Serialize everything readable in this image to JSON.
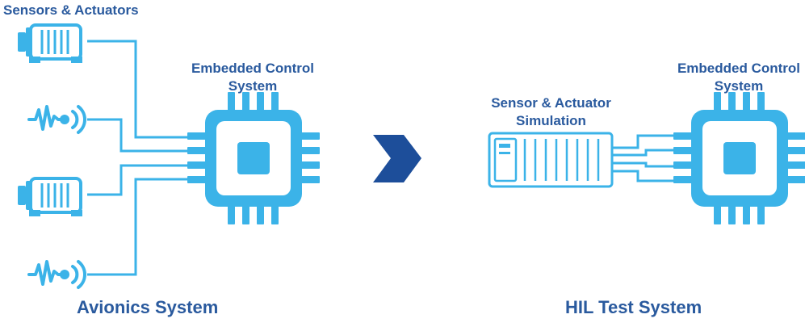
{
  "left_panel": {
    "sensors_label": "Sensors & Actuators",
    "controller_label_line1": "Embedded Control",
    "controller_label_line2": "System",
    "caption": "Avionics System",
    "devices": [
      "motor-icon",
      "sensor-wave-icon",
      "motor-icon",
      "sensor-wave-icon"
    ]
  },
  "arrow": {
    "icon": "chevron-right-icon",
    "color": "#1d4e9a"
  },
  "right_panel": {
    "simulation_label_line1": "Sensor & Actuator",
    "simulation_label_line2": "Simulation",
    "controller_label_line1": "Embedded Control",
    "controller_label_line2": "System",
    "caption": "HIL Test System"
  },
  "colors": {
    "icon": "#3bb3e8",
    "icon_dark": "#2196d3",
    "text": "#2a5a9e",
    "arrow": "#1d4e9a"
  }
}
